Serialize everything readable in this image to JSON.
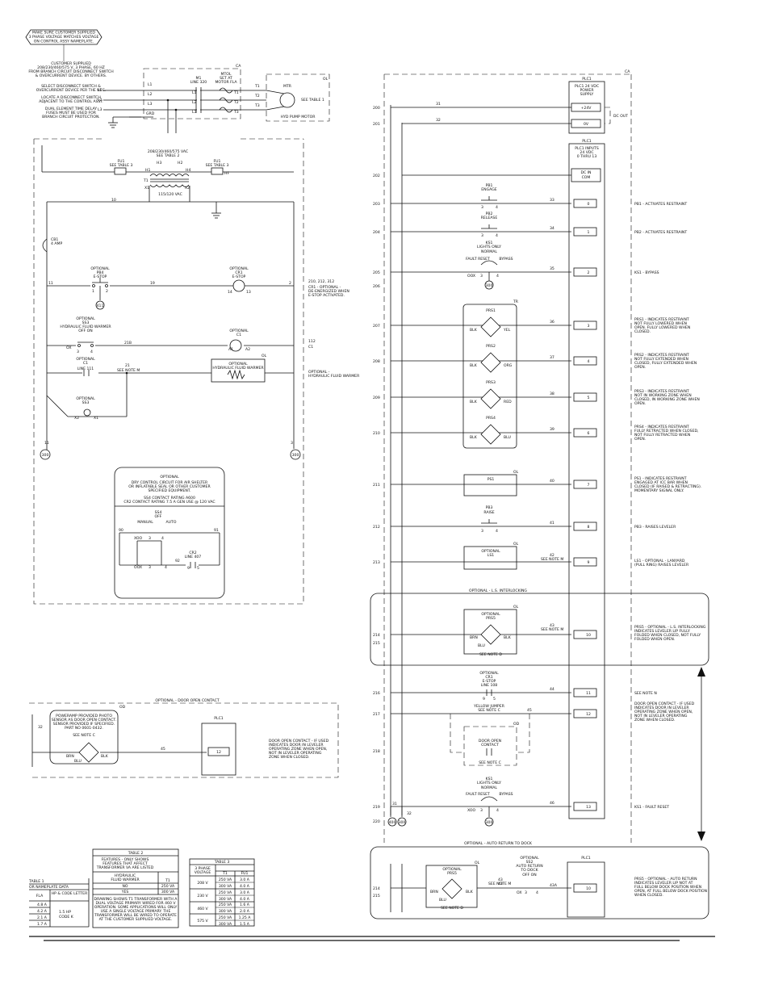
{
  "top_note": [
    "MAKE SURE CUSTOMER SUPPLIED",
    "3 PHASE VOLTAGE MATCHES VOLTAGE",
    "ON CONTROL ASSY NAMEPLATE."
  ],
  "supply_note": [
    "CUSTOMER SUPPLIED",
    "208/230/460/575 V, 3 PHASE, 60 HZ",
    "FROM BRANCH CIRCUIT DISCONNECT SWITCH",
    "& OVERCURRENT DEVICE. BY OTHERS."
  ],
  "disconnect_note": [
    "SELECT DISCONNECT SWITCH &",
    "OVERCURRENT DEVICE PER THE NEC.",
    "LOCATE A DISCONNECT SWITCH",
    "ADJACENT TO THE CONTROL ASSY.",
    "DUAL ELEMENT TIME DELAY",
    "FUSES MUST BE USED FOR",
    "BRANCH CIRCUIT PROTECTION."
  ],
  "power_labels": [
    "L1",
    "L2",
    "L3",
    "CA",
    "OL",
    "L1",
    "L2",
    "L3",
    "GRD",
    "M1",
    "LINE 320",
    "L1",
    "L2",
    "L3",
    "T1",
    "T2",
    "T3",
    "MTOL",
    "SET AT",
    "MOTOR FLA",
    "T1",
    "T2",
    "T3",
    "MTR",
    "SEE TABLE 1",
    "HYD PUMP MOTOR"
  ],
  "xfmr_labels": [
    "208/230/460/575 VAC",
    "SEE TABLE 2",
    "FU1",
    "SEE TABLE 3",
    "FU1",
    "SEE TABLE 3",
    "H1",
    "H3",
    "H2",
    "H4",
    "T1",
    "X1",
    "X2",
    "115/120 VAC",
    "HF",
    "10",
    "CB1",
    "4 AMP"
  ],
  "left_labels": [
    "OPTIONAL",
    "PB4",
    "E-STOP",
    "11",
    "1",
    "2",
    "19",
    "411",
    "OPTIONAL",
    "CR1",
    "E-STOP",
    "14",
    "13",
    "2",
    "210, 212, 312",
    "CR1 - OPTIONAL -",
    "DE-ENERGIZED WHEN",
    "E-STOP ACTIVATED.",
    "OPTIONAL",
    "SS3",
    "HYDRAULIC FLUID WARMER",
    "OFF   ON",
    "OX",
    "3",
    "4",
    "21B",
    "OPTIONAL",
    "C1",
    "A1",
    "A2",
    "112",
    "C1",
    "OPTIONAL",
    "C1",
    "LINE 111",
    "21",
    "SEE NOTE M",
    "OL",
    "OPTIONAL",
    "HYDRAULIC FLUID WARMER",
    "OPTIONAL -",
    "HYDRAULIC FLUID WARMER",
    "OPTIONAL",
    "SS3",
    "X2",
    "X1",
    "11",
    "3",
    "300",
    "300"
  ],
  "dry_contact": [
    "OPTIONAL",
    "DRY CONTROL CIRCUIT FOR AIR SHELTER",
    "OR INFLATABLE SEAL OR OTHER CUSTOMER",
    "SPECIFIED EQUIPMENT.",
    "SS4 CONTACT RATING A600",
    "CR2 CONTACT RATING 7.5 A GEN USE @ 120 VAC",
    "SS4",
    "OFF",
    "MANUAL",
    "AUTO",
    "90",
    "91",
    "XOO",
    "3",
    "4",
    "OOX",
    "3",
    "4",
    "92",
    "CR2",
    "LINE 407",
    "9",
    "5"
  ],
  "plc_header": [
    "CA",
    "PLC1",
    "PLC1 24 VDC",
    "POWER",
    "SUPPLY",
    "+24V",
    "0V",
    "DC OUT",
    "PLC1",
    "PLC1 INPUTS",
    "24 VDC",
    "0 THRU 13",
    "DC IN",
    "COM"
  ],
  "rung_numbers": [
    "200",
    "201",
    "202",
    "203",
    "204",
    "205",
    "206",
    "207",
    "208",
    "209",
    "210",
    "211",
    "212",
    "213",
    "214",
    "215",
    "216",
    "217",
    "218",
    "219",
    "220",
    "214",
    "215"
  ],
  "wire_numbers": [
    "31",
    "32",
    "33",
    "34",
    "35",
    "36",
    "37",
    "38",
    "39",
    "40",
    "41",
    "42",
    "43",
    "44",
    "45",
    "46",
    "31",
    "32",
    "43",
    "43A"
  ],
  "input_numbers": [
    "0",
    "1",
    "2",
    "3",
    "4",
    "5",
    "6",
    "7",
    "8",
    "9",
    "10",
    "11",
    "12",
    "13",
    "10"
  ],
  "plc_devices": [
    "PB1",
    "ENGAGE",
    "3",
    "4",
    "PB2",
    "RELEASE",
    "3",
    "4",
    "KS1",
    "LIGHTS ONLY",
    "NORMAL",
    "FAULT RESET",
    "BYPASS",
    "OOX",
    "3",
    "4",
    "300",
    "TR",
    "PRS1",
    "BLK",
    "YEL",
    "PRS2",
    "BLK",
    "ORG",
    "PRS3",
    "BLK",
    "RED",
    "PRS4",
    "BLK",
    "BLU",
    "OL",
    "PS1",
    "PB3",
    "RAISE",
    "3",
    "4",
    "OL",
    "OPTIONAL",
    "LS1",
    "SEE NOTE M",
    "OPTIONAL - L.S. INTERLOCKING",
    "OL",
    "OPTIONAL",
    "PRS5",
    "BRN",
    "BLK",
    "BLU",
    "SEE NOTE M",
    "SEE NOTE D",
    "OPTIONAL",
    "CR1",
    "E-STOP",
    "LINE 108",
    "9",
    "5",
    "YELLOW JUMPER",
    "SEE NOTE C",
    "OD",
    "DOOR OPEN",
    "CONTACT",
    "SEE NOTE C",
    "KS1",
    "LIGHTS ONLY",
    "NORMAL",
    "FAULT RESET",
    "BYPASS",
    "XOO",
    "3",
    "4",
    "400",
    "300",
    "300"
  ],
  "descriptions": [
    [
      "PB1 - ACTIVATES RESTRAINT"
    ],
    [
      "PB2 - ACTIVATES RESTRAINT"
    ],
    [
      "KS1 - BYPASS"
    ],
    [
      "PRS1 - INDICATES RESTRAINT",
      "NOT FULLY LOWERED WHEN",
      "OPEN. FULLY LOWERED WHEN",
      "CLOSED."
    ],
    [
      "PRS2 - INDICATES RESTRAINT",
      "NOT FULLY EXTENDED WHEN",
      "CLOSED, FULLY EXTENDED WHEN",
      "OPEN."
    ],
    [
      "PRS3 - INDICATES RESTRAINT",
      "NOT IN WORKING ZONE WHEN",
      "CLOSED, IN WORKING ZONE WHEN",
      "OPEN."
    ],
    [
      "PRS4 - INDICATES RESTRAINT",
      "FULLY RETRACTED WHEN CLOSED,",
      "NOT FULLY RETRACTED WHEN",
      "OPEN."
    ],
    [
      "PS1 - INDICATES RESTRAINT",
      "ENGAGED AT ICC BAR WHEN",
      "CLOSED (IF RAISED & RETRACTING).",
      "MOMENTARY SIGNAL ONLY."
    ],
    [
      "PB3 - RAISES LEVELER"
    ],
    [
      "LS1 - OPTIONAL - LANYARD",
      "(PULL RING) RAISES LEVELER"
    ],
    [
      "PRS5 - OPTIONAL - L.S. INTERLOCKING",
      "INDICATES LEVELER LIP FULLY",
      "FOLDED WHEN CLOSED, NOT FULLY",
      "FOLDED WHEN OPEN."
    ],
    [
      "SEE NOTE N"
    ],
    [
      "DOOR OPEN CONTACT - IF USED",
      "INDICATES DOOR IN LEVELER",
      "OPERATING ZONE WHEN OPEN,",
      "NOT IN LEVELER OPERATING",
      "ZONE WHEN CLOSED."
    ],
    [
      "KS1 - FAULT RESET"
    ],
    [
      "PRS5 - OPTIONAL - AUTO RETURN",
      "INDICATES LEVELER LIP NOT AT",
      "FULL BELOW DOCK POSITION WHEN",
      "OPEN, AT FULL BELOW DOCK POSITION",
      "WHEN CLOSED."
    ]
  ],
  "auto_return": [
    "OPTIONAL - AUTO RETURN TO DOCK",
    "OL",
    "OPTIONAL",
    "PRS5",
    "BRN",
    "BLK",
    "BLU",
    "SEE NOTE D",
    "43",
    "SEE NOTE M",
    "OPTIONAL",
    "SS2",
    "AUTO RETURN",
    "TO DOCK",
    "OFF   ON",
    "OX",
    "3",
    "4",
    "PLC1"
  ],
  "door_contact": [
    "OPTIONAL - DOOR OPEN CONTACT",
    "OD",
    "32",
    "POWERAMP PROVIDED PHOTO",
    "SENSOR AS DOOR OPEN CONTACT.",
    "SENSOR PROVIDED IF SPECIFIED.",
    "PART NO 0601-0432.",
    "SEE NOTE C",
    "BRN",
    "BLK",
    "BLU",
    "45",
    "PLC1",
    "12",
    "DOOR OPEN CONTACT - IF USED",
    "INDICATES DOOR IN LEVELER",
    "OPERATING ZONE WHEN OPEN,",
    "NOT IN LEVELER OPERATING",
    "ZONE WHEN CLOSED."
  ],
  "table1": {
    "title": "TABLE 1",
    "subtitle": "OR NAMEPLATE DATA",
    "headers": [
      "FLA",
      "HP & CODE LETTER"
    ],
    "fla": [
      "4.8 A",
      "4.2 A",
      "2.1 A",
      "1.7 A"
    ],
    "hp_code": [
      "1.5 HP",
      "CODE K"
    ]
  },
  "table2": {
    "title": "TABLE 2",
    "features_note": [
      "FEATURES - ONLY SHOWS",
      "FEATURES THAT AFFECT",
      "TRANSFORMER VA ARE LISTED"
    ],
    "col1": [
      "HYDRAULIC",
      "FLUID WARMER"
    ],
    "col2": "T1",
    "rows": [
      [
        "NO",
        "250 VA"
      ],
      [
        "YES",
        "300 VA"
      ]
    ],
    "footnote": [
      "DRAWING SHOWS T1 TRANSFORMER WITH A",
      "DUAL VOLTAGE PRIMARY WIRED FOR 460 V",
      "OPERATION. SOME APPLICATIONS WILL ONLY",
      "USE A SINGLE VOLTAGE PRIMARY. THE",
      "TRANSFORMER WILL BE WIRED TO OPERATE",
      "AT THE CUSTOMER SUPPLIED VOLTAGE."
    ]
  },
  "table3": {
    "title": "TABLE 3",
    "headers": [
      "3 PHASE",
      "VOLTAGE",
      "T1",
      "FU1"
    ],
    "rows": [
      [
        "208 V",
        "250 VA",
        "3.0 A",
        "300 VA",
        "4.0 A"
      ],
      [
        "230 V",
        "250 VA",
        "3.0 A",
        "300 VA",
        "4.0 A"
      ],
      [
        "460 V",
        "250 VA",
        "1.6 A",
        "300 VA",
        "2.0 A"
      ],
      [
        "575 V",
        "250 VA",
        "1.25 A",
        "300 VA",
        "1.5 A"
      ]
    ]
  }
}
